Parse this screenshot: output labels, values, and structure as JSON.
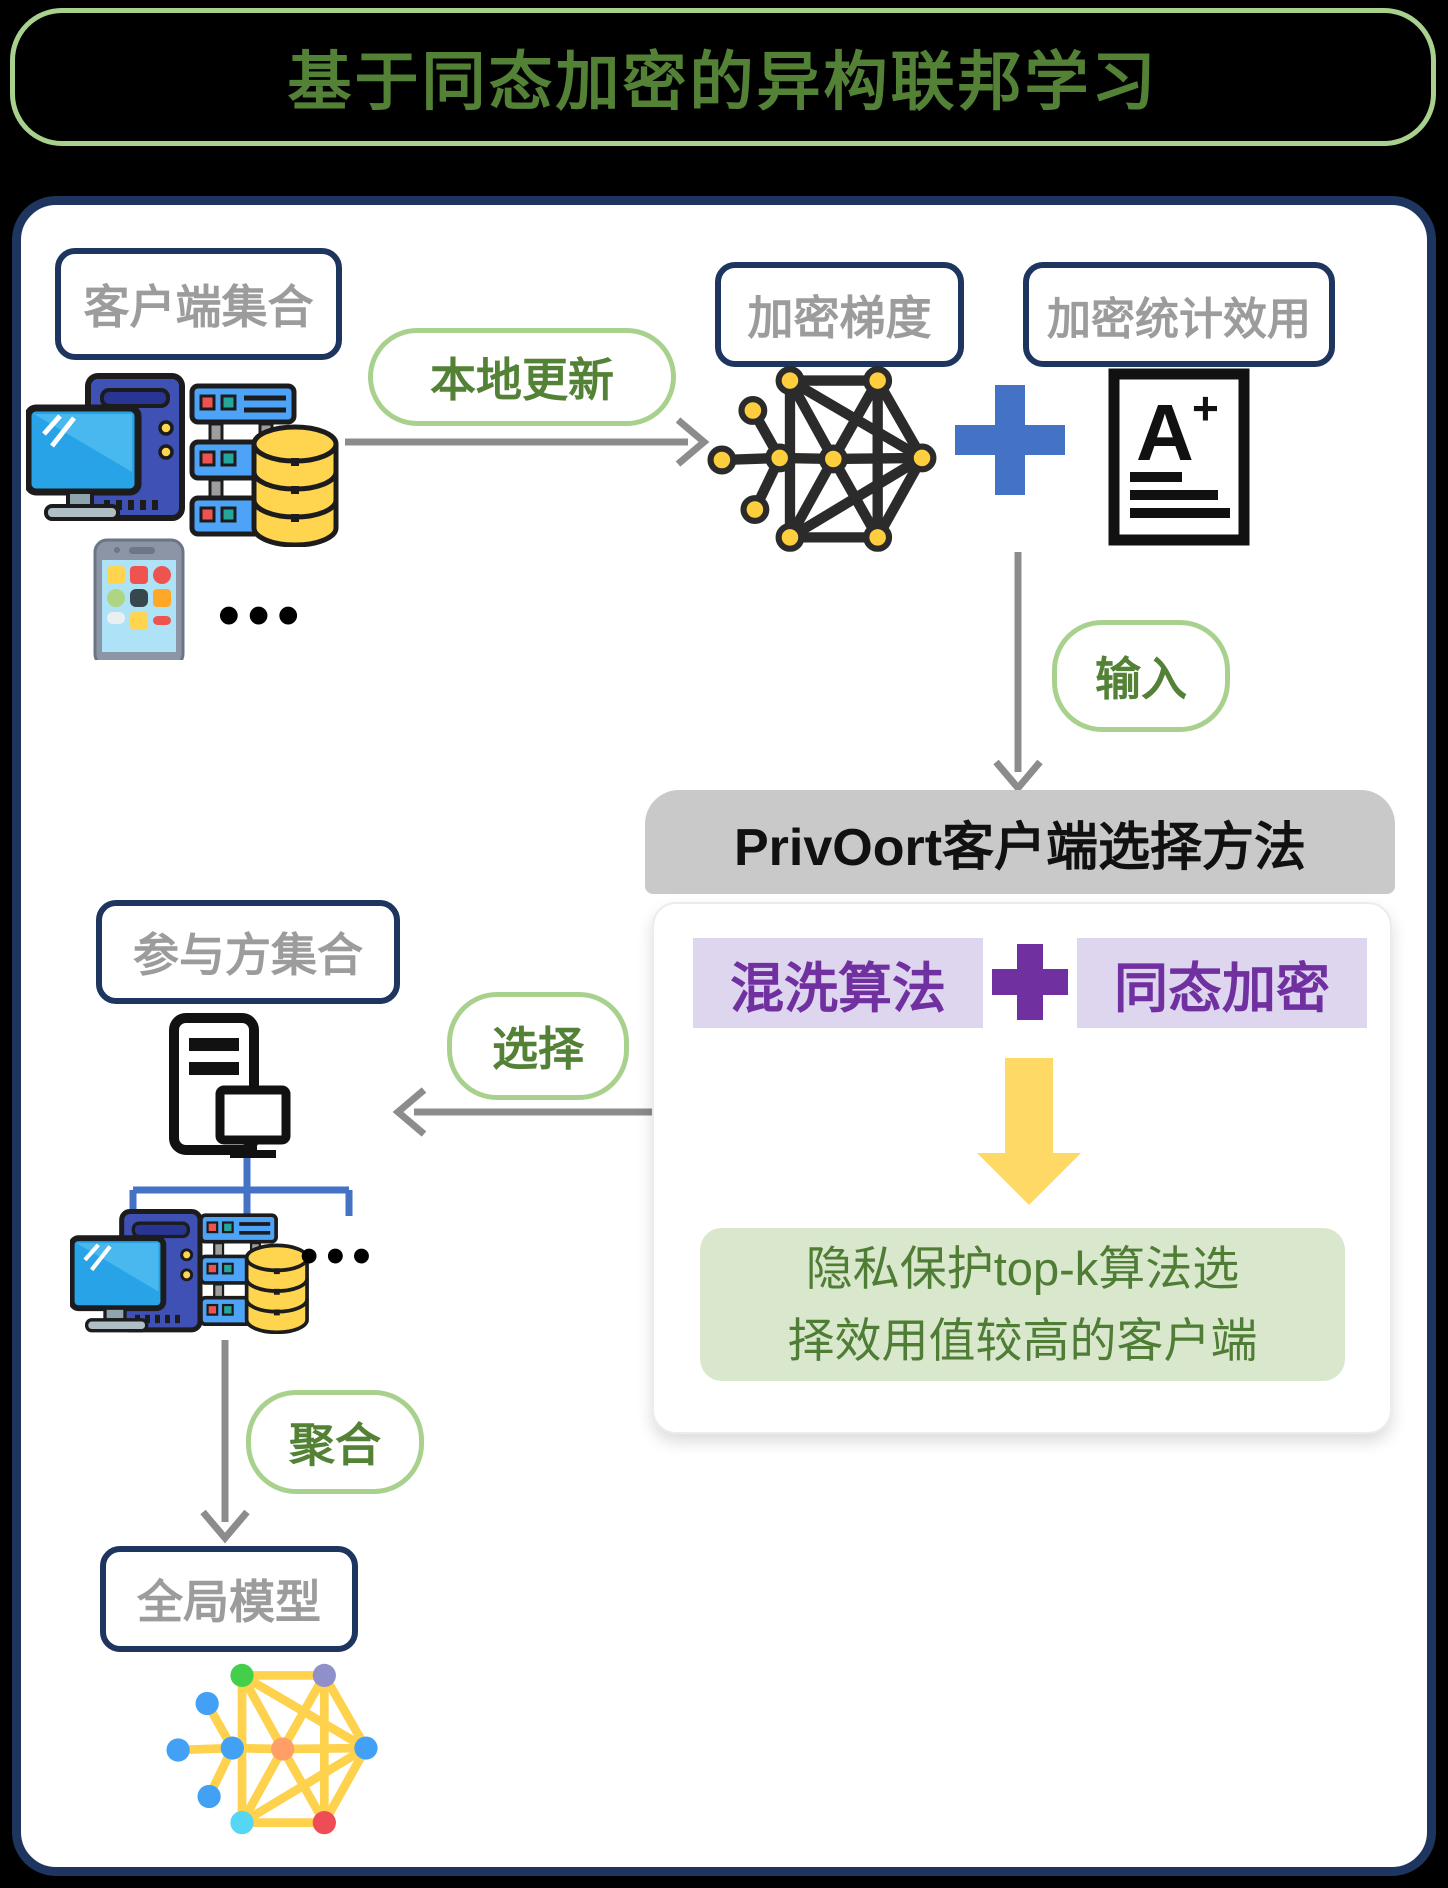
{
  "title": {
    "text": "基于同态加密的异构联邦学习"
  },
  "client_set": {
    "label": "客户端集合",
    "ellipsis": "•••"
  },
  "flow": {
    "local_update": "本地更新",
    "input": "输入",
    "select": "选择",
    "aggregate": "聚合"
  },
  "gradient": {
    "label": "加密梯度"
  },
  "utility": {
    "label": "加密统计效用",
    "doc_letter": "A",
    "doc_plus": "+"
  },
  "privoort": {
    "title": "PrivOort客户端选择方法",
    "shuffle": "混洗算法",
    "he": "同态加密",
    "result_line1": "隐私保护top-k算法选",
    "result_line2": "择效用值较高的客户端"
  },
  "participant_set": {
    "label": "参与方集合",
    "ellipsis": "•••"
  },
  "global_model": {
    "label": "全局模型"
  },
  "colors": {
    "title_green": "#538135",
    "pill_border": "#a9d18e",
    "navy_border": "#1e3560",
    "gray_label": "#9c9c9c",
    "blue_plus": "#4472c4",
    "purple": "#7030a0",
    "purple_bg": "#ded5ee",
    "header_gray": "#c9c9c9",
    "green_box_bg": "#d9e8cc",
    "yellow_arrow": "#ffd966",
    "node_yellow": "#ffce3f",
    "arrow_gray": "#8c8c8c"
  }
}
